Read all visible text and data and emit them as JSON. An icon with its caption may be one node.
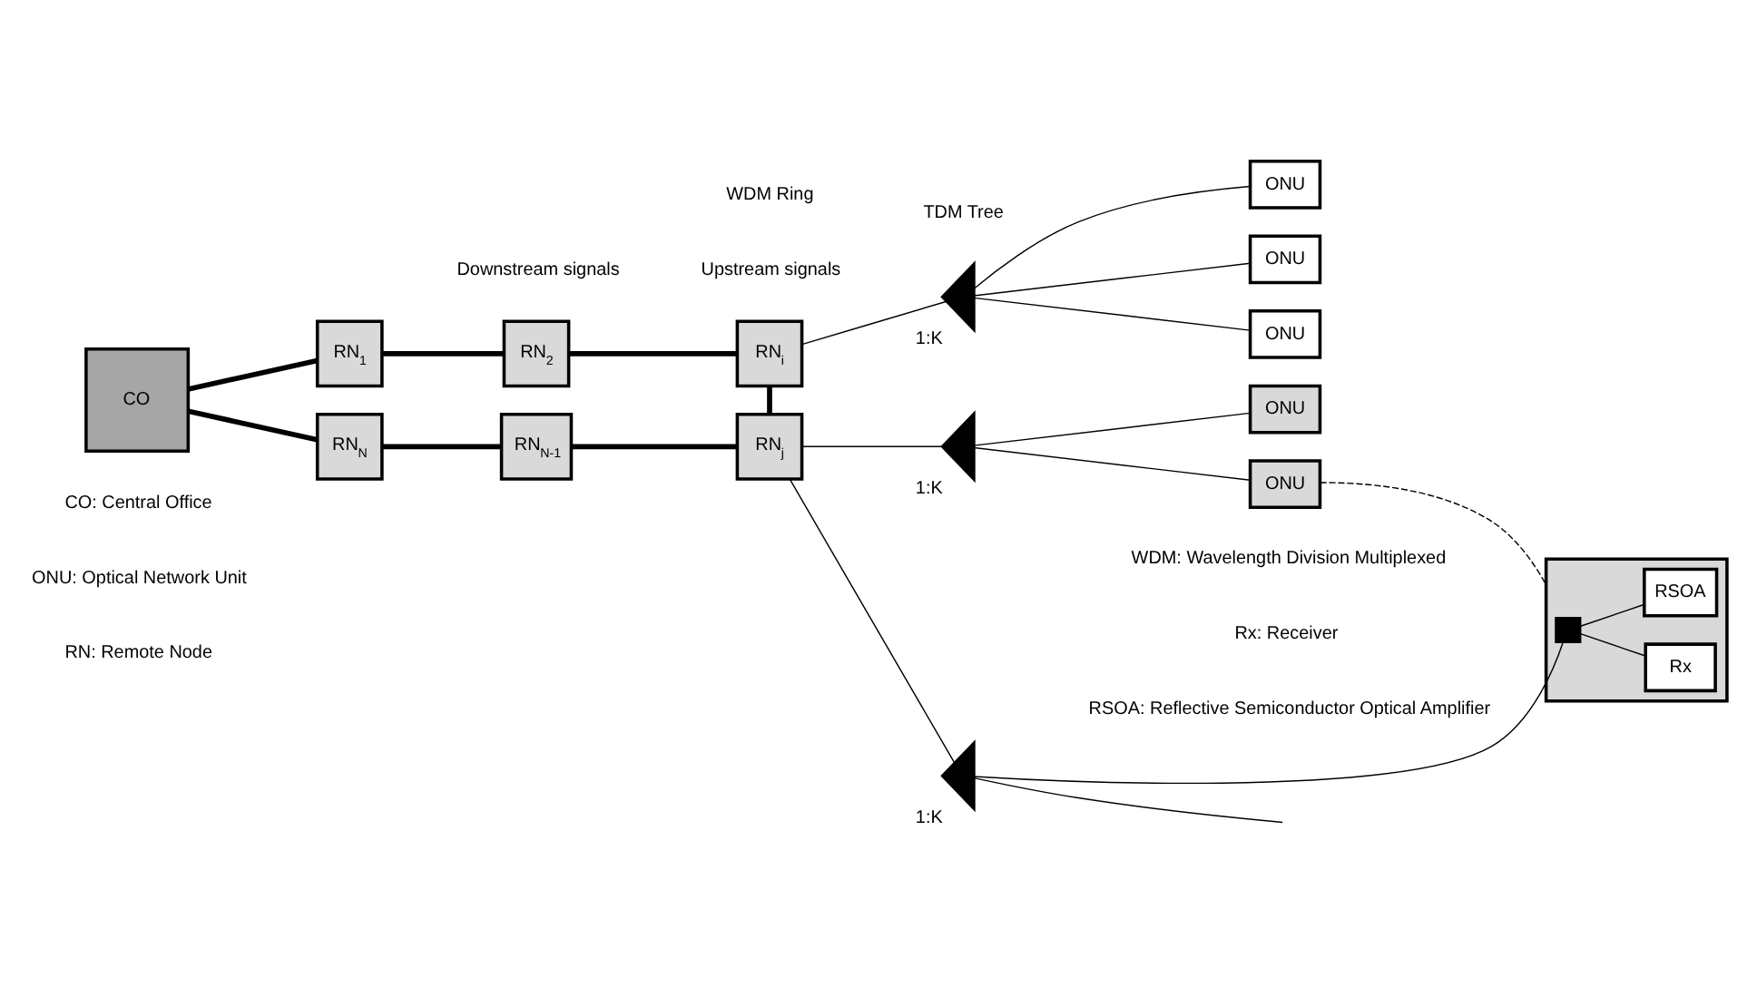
{
  "diagram": {
    "nodes": [
      {
        "text": [
          "CO"
        ]
      },
      {
        "text": [
          "RN$_{1}$"
        ]
      },
      {
        "text": [
          "RN$_{2}$"
        ]
      },
      {
        "text": [
          "RN$_{i}$"
        ]
      },
      {
        "text": [
          "RN$_{j}$"
        ]
      },
      {
        "text": [
          "RN$_{N-1}$"
        ]
      },
      {
        "text": [
          "RN$_{N}$"
        ]
      },
      {
        "text": [],
        "shape": "triangle",
        "beside": [
          "1:K"
        ]
      },
      {
        "text": [
          "ONU"
        ]
      },
      {
        "text": [
          "ONU"
        ]
      },
      {
        "text": [
          "ONU"
        ]
      },
      {
        "text": [],
        "shape": "triangle",
        "beside": [
          "1:K"
        ]
      },
      {
        "text": [
          "ONU"
        ]
      },
      {
        "text": [
          "ONU"
        ]
      },
      {
        "text": [],
        "shape": "triangle",
        "beside": [
          "1:K"
        ]
      },
      {
        "text": [],
        "shape": "box"
      },
      {
        "text": [],
        "shape": "box",
        "in": 15
      },
      {
        "text": [
          "Rx"
        ],
        "in": 15
      },
      {
        "text": [
          "RSOA"
        ],
        "in": 15
      }
    ],
    "edges": [
      {
        "from": 0,
        "to": 1,
        "arrow": "none",
        "style": "thick"
      },
      {
        "from": 1,
        "to": 2,
        "arrow": "none",
        "style": "thick"
      },
      {
        "from": 2,
        "to": 3,
        "arrow": "none",
        "style": "thick"
      },
      {
        "from": 3,
        "to": 4,
        "arrow": "none",
        "style": "thick"
      },
      {
        "from": 4,
        "to": 5,
        "arrow": "none",
        "style": "thick"
      },
      {
        "from": 5,
        "to": 6,
        "arrow": "none",
        "style": "thick"
      },
      {
        "from": 6,
        "to": 0,
        "arrow": "none",
        "style": "thick"
      },
      {
        "from": 3,
        "to": 7,
        "arrow": "none"
      },
      {
        "from": 7,
        "to": 8,
        "arrow": "none"
      },
      {
        "from": 7,
        "to": 9,
        "arrow": "none"
      },
      {
        "from": 7,
        "to": 10,
        "arrow": "none"
      },
      {
        "from": 4,
        "to": 11,
        "arrow": "none"
      },
      {
        "from": 11,
        "to": 12,
        "arrow": "none"
      },
      {
        "from": 11,
        "to": 13,
        "arrow": "none"
      },
      {
        "from": 4,
        "to": 14,
        "arrow": "none"
      },
      {
        "from": 14,
        "to": null,
        "arrow": "none"
      },
      {
        "from": 14,
        "to": 16,
        "arrow": "none"
      },
      {
        "from": 16,
        "to": 17,
        "arrow": "none"
      },
      {
        "from": 16,
        "to": 18,
        "arrow": "none"
      },
      {
        "from": 13,
        "to": 15,
        "arrow": "none",
        "style": "dashed"
      }
    ],
    "labels": [
      "Downstream signals",
      "TDM Tree",
      "Upstream signals",
      "WDM Ring",
      "CO: Central Office",
      "WDM: Wavelength Division Multiplexed",
      "ONU: Optical Network Unit",
      "Rx: Receiver",
      "RN: Remote Node",
      "RSOA: Reflective Semiconductor Optical Amplifier"
    ]
  }
}
